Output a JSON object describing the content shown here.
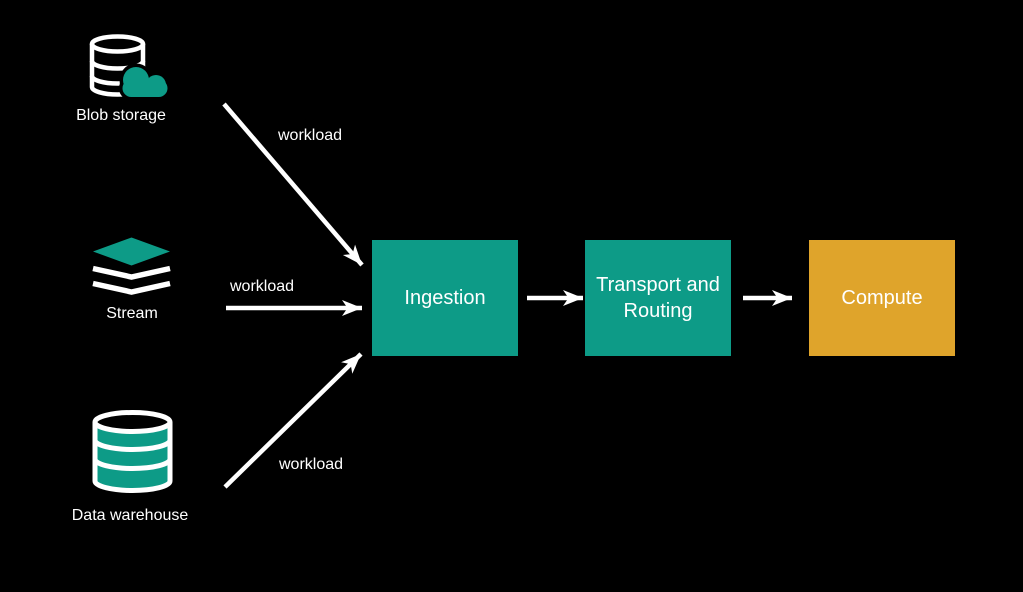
{
  "diagram": {
    "background": "#000000",
    "colors": {
      "teal": "#0d9b87",
      "amber": "#dfa42b",
      "arrow": "#ffffff",
      "text": "#ffffff"
    },
    "sources": [
      {
        "label": "Blob storage",
        "icon": "blob-storage-icon"
      },
      {
        "label": "Stream",
        "icon": "stream-icon"
      },
      {
        "label": "Data warehouse",
        "icon": "data-warehouse-icon"
      }
    ],
    "stages": [
      {
        "label": "Ingestion",
        "color": "#0d9b87"
      },
      {
        "label": "Transport and Routing",
        "color": "#0d9b87"
      },
      {
        "label": "Compute",
        "color": "#dfa42b"
      }
    ],
    "edges": [
      {
        "from": "Blob storage",
        "to": "Ingestion",
        "label": "workload"
      },
      {
        "from": "Stream",
        "to": "Ingestion",
        "label": "workload"
      },
      {
        "from": "Data warehouse",
        "to": "Ingestion",
        "label": "workload"
      },
      {
        "from": "Ingestion",
        "to": "Transport and Routing",
        "label": ""
      },
      {
        "from": "Transport and Routing",
        "to": "Compute",
        "label": ""
      }
    ]
  }
}
